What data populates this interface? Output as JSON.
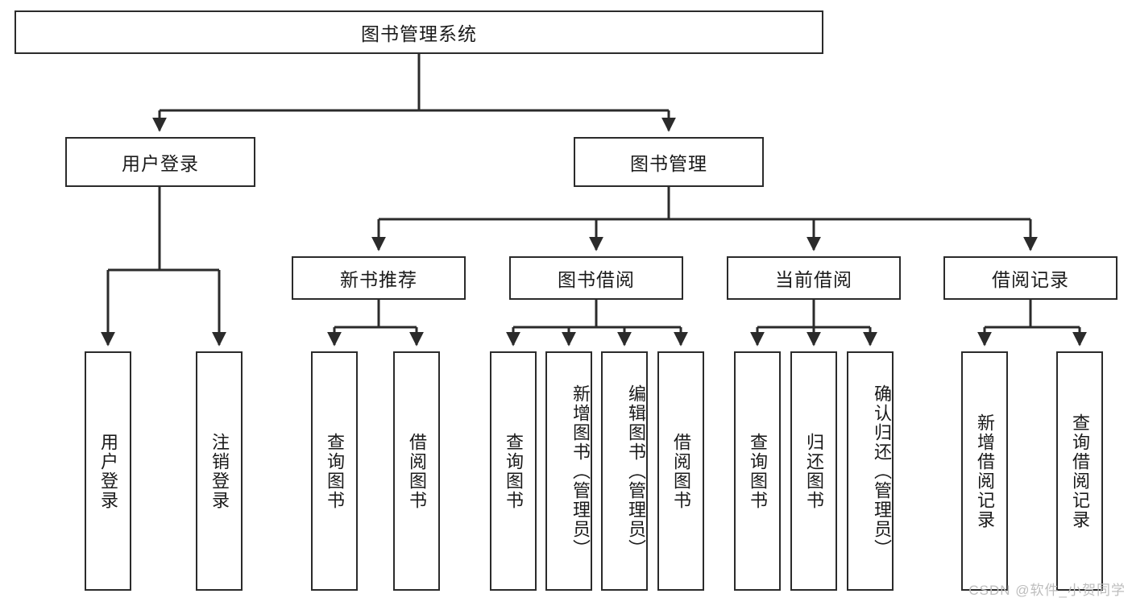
{
  "diagram": {
    "title": "图书管理系统",
    "type": "tree-hierarchy",
    "root": {
      "label": "图书管理系统"
    },
    "level2": [
      {
        "label": "用户登录"
      },
      {
        "label": "图书管理"
      }
    ],
    "level3": [
      {
        "label": "新书推荐"
      },
      {
        "label": "图书借阅"
      },
      {
        "label": "当前借阅"
      },
      {
        "label": "借阅记录"
      }
    ],
    "leaves": {
      "user_login": [
        {
          "label": "用户登录"
        },
        {
          "label": "注销登录"
        }
      ],
      "new_book_recommend": [
        {
          "label": "查询图书"
        },
        {
          "label": "借阅图书"
        }
      ],
      "book_borrow": [
        {
          "label": "查询图书"
        },
        {
          "label": "新增图书（管理员）"
        },
        {
          "label": "编辑图书（管理员）"
        },
        {
          "label": "借阅图书"
        }
      ],
      "current_borrow": [
        {
          "label": "查询图书"
        },
        {
          "label": "归还图书"
        },
        {
          "label": "确认归还（管理员）"
        }
      ],
      "borrow_record": [
        {
          "label": "新增借阅记录"
        },
        {
          "label": "查询借阅记录"
        }
      ]
    }
  },
  "watermark": {
    "text": "CSDN @软件_小贺同学"
  },
  "colors": {
    "stroke": "#2b2b2b",
    "fill": "#ffffff",
    "text": "#1a1a1a",
    "watermark": "#bdbdbd"
  }
}
